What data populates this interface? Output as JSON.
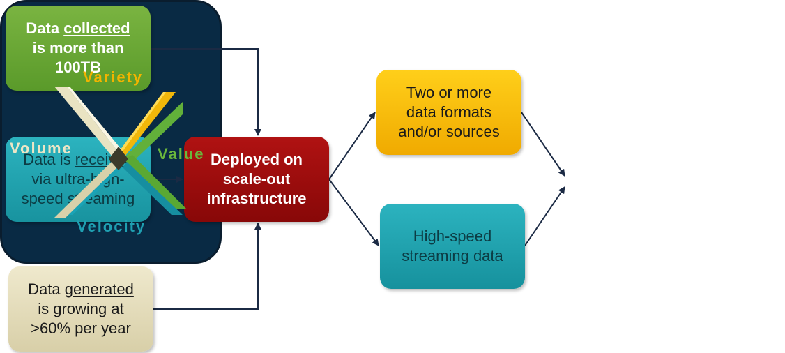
{
  "boxes": {
    "collected": {
      "pre": "Data ",
      "emph": "collected",
      "line2": "is more than",
      "line3": "100TB"
    },
    "received": {
      "pre": "Data is ",
      "emph": "received",
      "line2": "via ultra-high-",
      "line3": "speed streaming"
    },
    "generated": {
      "pre": "Data ",
      "emph": "generated",
      "line2": "is growing at",
      "line3": ">60% per year"
    },
    "deployed": {
      "line1": "Deployed on",
      "line2": "scale-out",
      "line3": "infrastructure"
    },
    "formats": {
      "line1": "Two or more",
      "line2": "data formats",
      "line3": "and/or sources"
    },
    "streaming": {
      "line1": "High-speed",
      "line2": "streaming data"
    }
  },
  "big_data": {
    "title_line1": "Big Data",
    "title_line2": "Technology",
    "variety": "Variety",
    "volume": "Volume",
    "value": "Value",
    "velocity": "Velocity"
  },
  "colors": {
    "green": "#6aaa36",
    "teal": "#21a3af",
    "beige": "#e6dfbd",
    "red": "#a00e0e",
    "yellow": "#f8be0d",
    "navy": "#092a44",
    "arrow": "#1b2a44"
  }
}
